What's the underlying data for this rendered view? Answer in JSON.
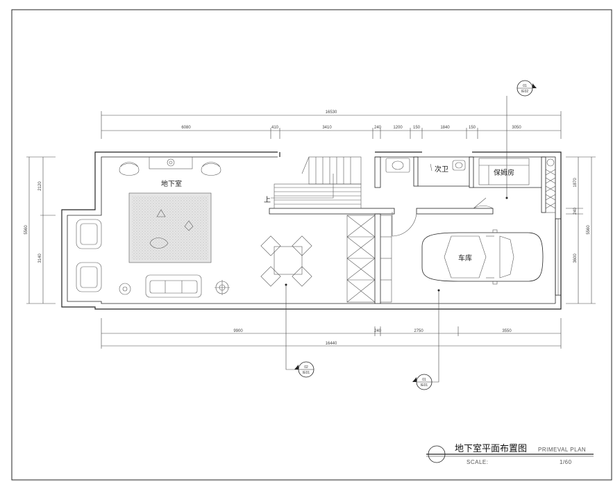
{
  "drawing": {
    "title": "地下室平面布置图",
    "subtitle": "PRIMEVAL PLAN",
    "scale_label": "SCALE:",
    "scale_value": "1/60"
  },
  "rooms": {
    "basement": "地下室",
    "bathroom": "次卫",
    "maid_room": "保姆房",
    "garage": "车库",
    "stairs_up": "上"
  },
  "dimensions": {
    "top_total": "16530",
    "top_segments": [
      "6080",
      "410",
      "3410",
      "240",
      "1200",
      "150",
      "1840",
      "150",
      "3050"
    ],
    "bottom_segments": [
      "9900",
      "240",
      "2750",
      "3550"
    ],
    "bottom_total": "16440",
    "left_segments": [
      "2120",
      "3140"
    ],
    "left_total": "5560",
    "right_segments": [
      "1870",
      "240",
      "3600"
    ],
    "right_total": "5560"
  },
  "callouts": [
    {
      "number": "01",
      "sheet": "IE02"
    },
    {
      "number": "02",
      "sheet": "IE01"
    },
    {
      "number": "01",
      "sheet": "IE01"
    }
  ]
}
